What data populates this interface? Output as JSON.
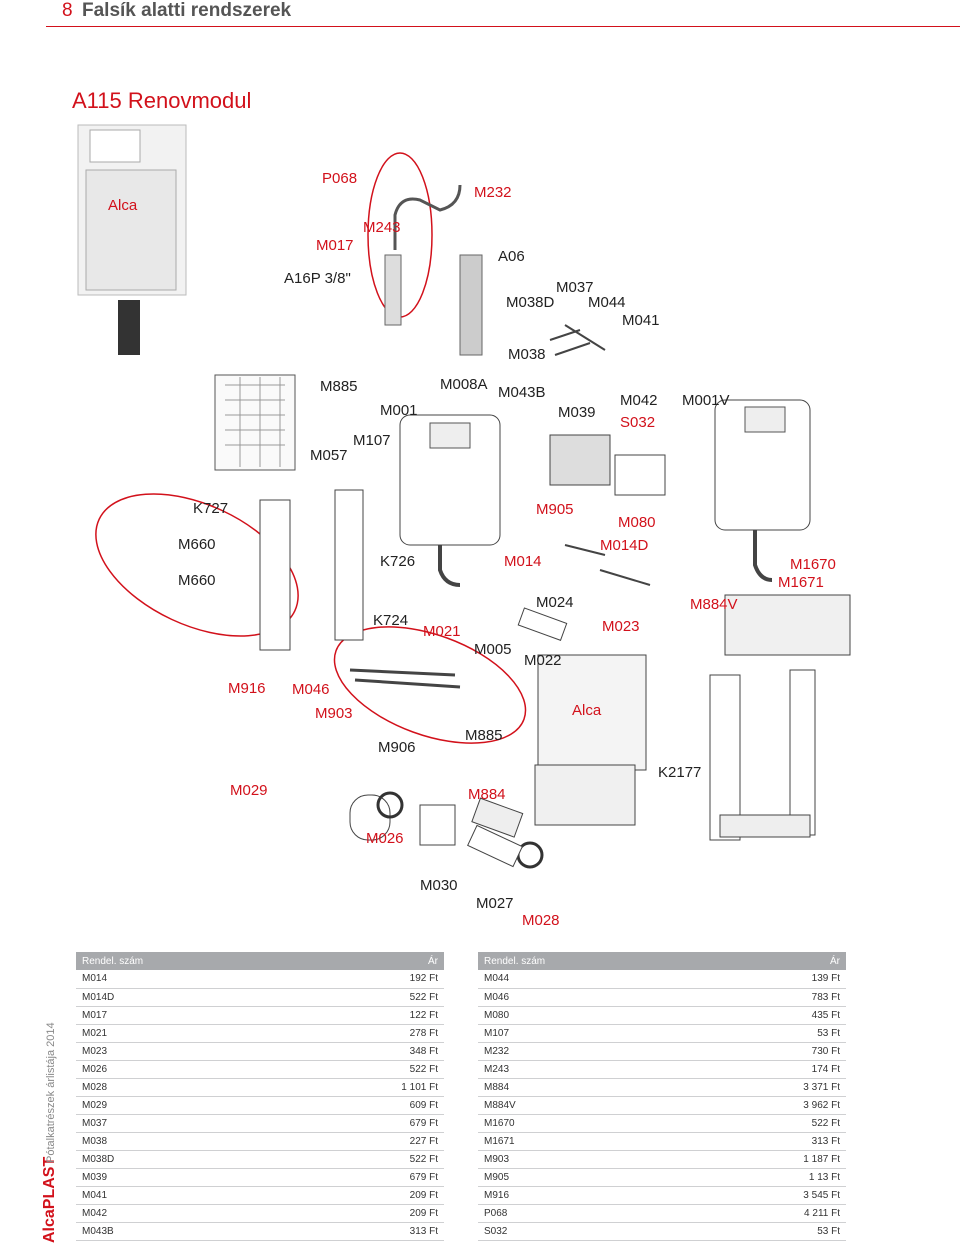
{
  "header": {
    "page_number": "8",
    "title": "Falsík alatti rendszerek"
  },
  "product_title": "A115 Renovmodul",
  "diagram": {
    "logo_text": "Alca",
    "labels": {
      "P068": "P068",
      "M232": "M232",
      "M243": "M243",
      "M017": "M017",
      "A06": "A06",
      "A16P": "A16P 3/8\"",
      "M037": "M037",
      "M038D": "M038D",
      "M044": "M044",
      "M041": "M041",
      "M038": "M038",
      "M885a": "M885",
      "M008A": "M008A",
      "M043B": "M043B",
      "M042": "M042",
      "M001V": "M001V",
      "M001": "M001",
      "M039": "M039",
      "S032": "S032",
      "M107": "M107",
      "M057": "M057",
      "K727": "K727",
      "M905": "M905",
      "M080": "M080",
      "M660a": "M660",
      "M014D": "M014D",
      "K726": "K726",
      "M014": "M014",
      "M1670": "M1670",
      "M660b": "M660",
      "M1671": "M1671",
      "M024": "M024",
      "M884V": "M884V",
      "K724": "K724",
      "M021": "M021",
      "M023": "M023",
      "M005": "M005",
      "M022": "M022",
      "M916": "M916",
      "M046": "M046",
      "M903": "M903",
      "M906": "M906",
      "M885b": "M885",
      "K2177": "K2177",
      "M029": "M029",
      "M884": "M884",
      "M026": "M026",
      "M030": "M030",
      "M027": "M027",
      "M028": "M028"
    }
  },
  "side_brand": {
    "brand": "AlcaPLAST",
    "caption": "Pótalkatrészek árlistája 2014"
  },
  "price_tables": {
    "headers": {
      "code": "Rendel. szám",
      "price": "Ár"
    },
    "left": [
      {
        "code": "M014",
        "price": "192 Ft"
      },
      {
        "code": "M014D",
        "price": "522 Ft"
      },
      {
        "code": "M017",
        "price": "122 Ft"
      },
      {
        "code": "M021",
        "price": "278 Ft"
      },
      {
        "code": "M023",
        "price": "348 Ft"
      },
      {
        "code": "M026",
        "price": "522 Ft"
      },
      {
        "code": "M028",
        "price": "1 101 Ft"
      },
      {
        "code": "M029",
        "price": "609 Ft"
      },
      {
        "code": "M037",
        "price": "679 Ft"
      },
      {
        "code": "M038",
        "price": "227 Ft"
      },
      {
        "code": "M038D",
        "price": "522 Ft"
      },
      {
        "code": "M039",
        "price": "679 Ft"
      },
      {
        "code": "M041",
        "price": "209 Ft"
      },
      {
        "code": "M042",
        "price": "209 Ft"
      },
      {
        "code": "M043B",
        "price": "313 Ft"
      }
    ],
    "right": [
      {
        "code": "M044",
        "price": "139 Ft"
      },
      {
        "code": "M046",
        "price": "783 Ft"
      },
      {
        "code": "M080",
        "price": "435 Ft"
      },
      {
        "code": "M107",
        "price": "53 Ft"
      },
      {
        "code": "M232",
        "price": "730 Ft"
      },
      {
        "code": "M243",
        "price": "174 Ft"
      },
      {
        "code": "M884",
        "price": "3 371 Ft"
      },
      {
        "code": "M884V",
        "price": "3 962 Ft"
      },
      {
        "code": "M1670",
        "price": "522 Ft"
      },
      {
        "code": "M1671",
        "price": "313 Ft"
      },
      {
        "code": "M903",
        "price": "1 187 Ft"
      },
      {
        "code": "M905",
        "price": "1 13 Ft"
      },
      {
        "code": "M916",
        "price": "3 545 Ft"
      },
      {
        "code": "P068",
        "price": "4 211 Ft"
      },
      {
        "code": "S032",
        "price": "53 Ft"
      }
    ]
  }
}
